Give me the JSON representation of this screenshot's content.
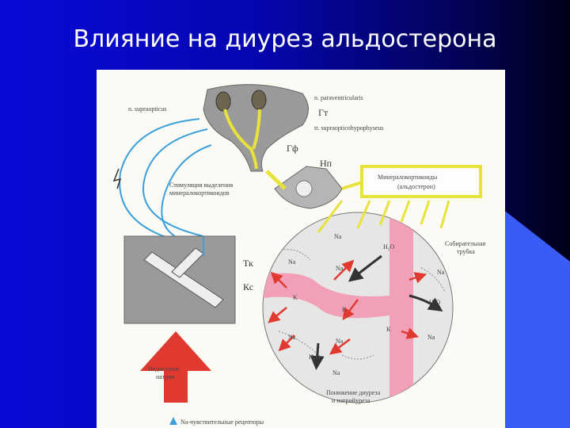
{
  "slide": {
    "title": "Влияние на диурез альдостерона",
    "accent_color": "#3a5cf5"
  },
  "diagram": {
    "labels": {
      "supraopticus": "n. supraopticus",
      "paraventricularis": "n. paraventricularis",
      "gt": "Гт",
      "tract": "tr. supraopticohypophyseus",
      "gf": "Гф",
      "np": "Нп",
      "mineralo_box_line1": "Минералокортикоиды",
      "mineralo_box_line2": "(альдостерон)",
      "stim_line1": "Стимуляция выделения",
      "stim_line2": "минералокортикоидов",
      "tk": "Тк",
      "ks": "Кс",
      "collecting_line1": "Собирательная",
      "collecting_line2": "трубка",
      "deficit_line1": "Недостаток",
      "deficit_line2": "натрия",
      "result_line1": "Понижение диуреза",
      "result_line2": "и натрийуреза",
      "receptor_legend": "Na-чувствительные рецепторы"
    },
    "ions": {
      "na": "Na",
      "k": "K",
      "k_cyr": "К",
      "h2o": "H₂O"
    },
    "colors": {
      "nerve": "#3aa0dc",
      "arrow_red": "#e03a30",
      "yellow": "#e8e23a",
      "pink": "#f0a0b8"
    }
  }
}
